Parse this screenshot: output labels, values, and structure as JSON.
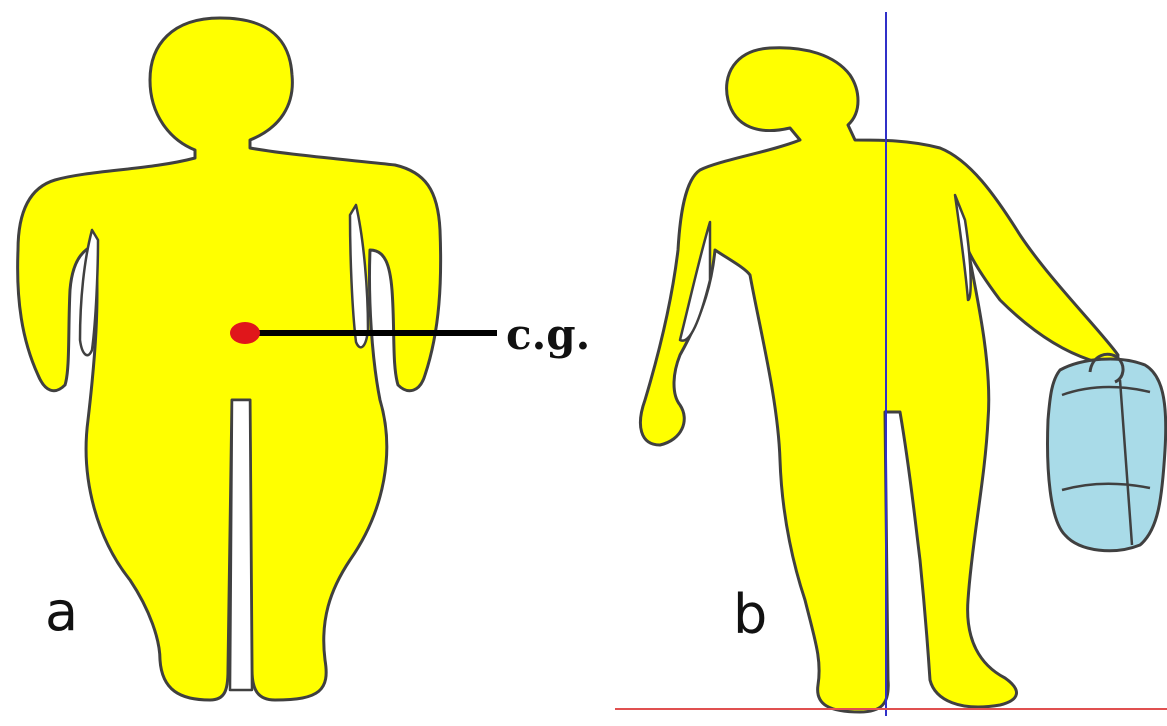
{
  "figure": {
    "panel_a": {
      "label": "a"
    },
    "panel_b": {
      "label": "b"
    },
    "cg_annotation": {
      "label": "c.g."
    },
    "colors": {
      "body_fill": "#ffff00",
      "outline": "#404040",
      "cg_dot": "#e0161b",
      "leader_line": "#000000",
      "gravity_line": "#3030c8",
      "ground_line": "#e05050",
      "bag_fill": "#a9dbe8"
    }
  }
}
